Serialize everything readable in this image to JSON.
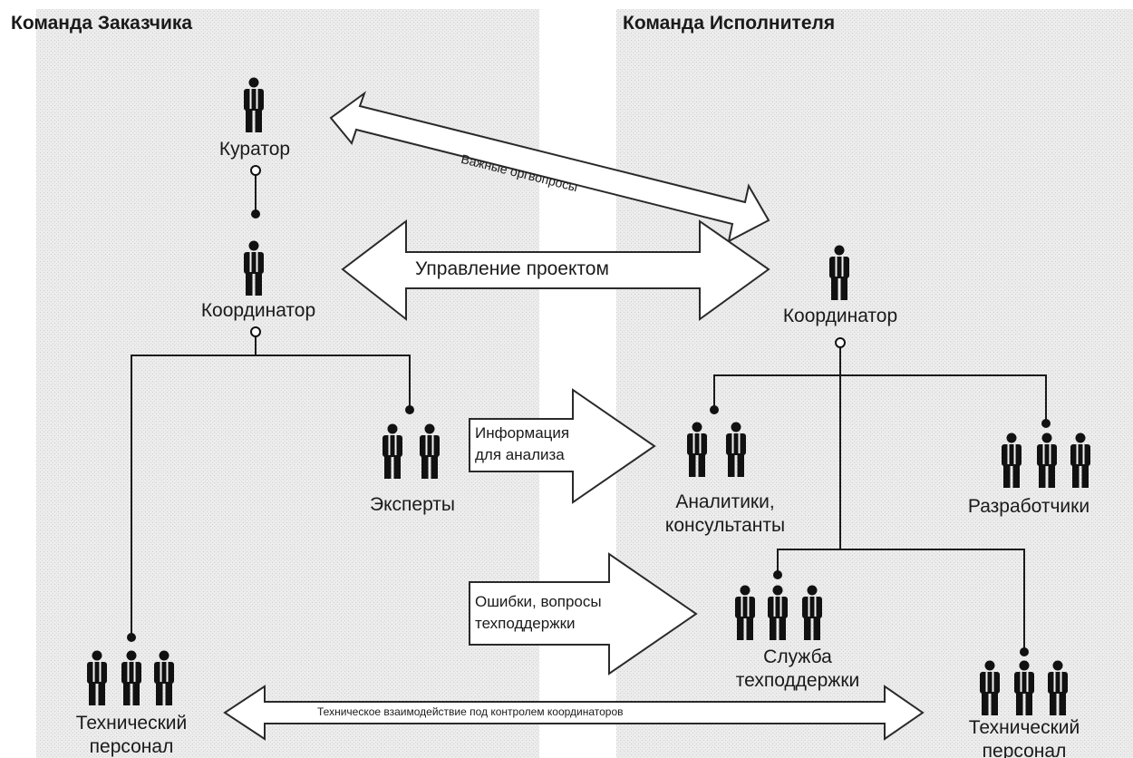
{
  "teams": {
    "customer": "Команда Заказчика",
    "contractor": "Команда Исполнителя"
  },
  "roles": {
    "curator": "Куратор",
    "customer_coordinator": "Координатор",
    "contractor_coordinator": "Координатор",
    "experts": "Эксперты",
    "analysts": {
      "line1": "Аналитики,",
      "line2": "консультанты"
    },
    "developers": "Разработчики",
    "support": {
      "line1": "Служба",
      "line2": "техподдержки"
    },
    "customer_tech_staff": {
      "line1": "Технический",
      "line2": "персонал"
    },
    "contractor_tech_staff": {
      "line1": "Технический",
      "line2": "персонал"
    }
  },
  "flows": {
    "org_issues": "Важные оргвопросы",
    "project_management": "Управление проектом",
    "analysis_info": {
      "line1": "Информация",
      "line2": "для анализа"
    },
    "support_issues": {
      "line1": "Ошибки, вопросы",
      "line2": "техподдержки"
    },
    "technical_interaction": "Техническое взаимодействие под контролем координаторов"
  },
  "colors": {
    "background": "#ffffff",
    "panel_shade": "#e6e6e6",
    "figure": "#111111",
    "line": "#1a1a1a",
    "text": "#1a1a1a"
  },
  "icons": {
    "person": "person-icon",
    "group_of_two": "person-pair-icon",
    "group_of_three": "person-group-icon"
  }
}
